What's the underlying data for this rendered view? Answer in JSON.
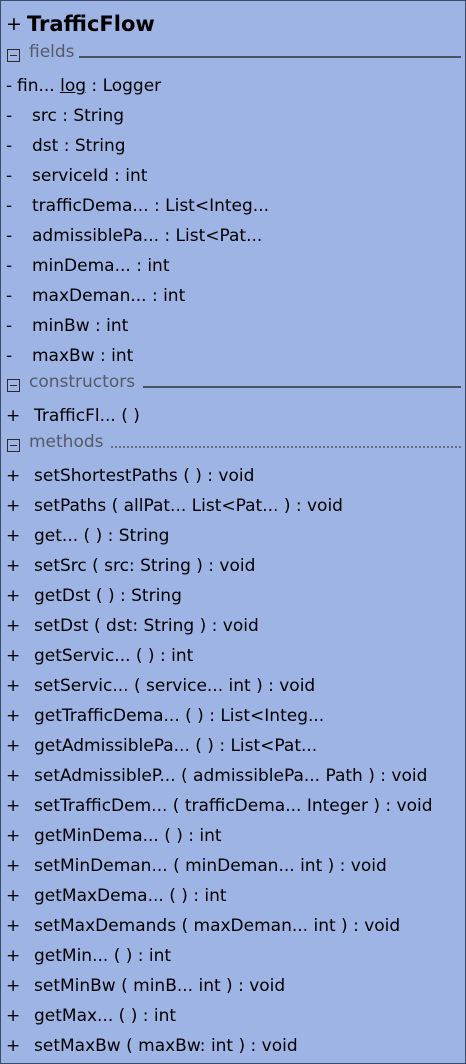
{
  "class_name": "TrafficFlow",
  "class_visibility": "+",
  "sections": {
    "fields": "fields",
    "constructors": "constructors",
    "methods": "methods"
  },
  "fields": [
    {
      "vis": "-",
      "text": "fin...   log : Logger"
    },
    {
      "vis": "-",
      "text": "src : String"
    },
    {
      "vis": "-",
      "text": "dst : String"
    },
    {
      "vis": "-",
      "text": "serviceId : int"
    },
    {
      "vis": "-",
      "text": "trafficDema...    : List<Integ..."
    },
    {
      "vis": "-",
      "text": "admissiblePa...   : List<Pat..."
    },
    {
      "vis": "-",
      "text": "minDema...    : int"
    },
    {
      "vis": "-",
      "text": "maxDeman... : int"
    },
    {
      "vis": "-",
      "text": "minBw : int"
    },
    {
      "vis": "-",
      "text": "maxBw : int"
    }
  ],
  "constructors": [
    {
      "vis": "+",
      "text": "TrafficFl...  ( )"
    }
  ],
  "methods": [
    {
      "vis": "+",
      "text": "setShortestPaths ( ) : void"
    },
    {
      "vis": "+",
      "text": "setPaths ( allPat...   List<Pat... ) : void"
    },
    {
      "vis": "+",
      "text": "get...   ( ) : String"
    },
    {
      "vis": "+",
      "text": "setSrc ( src: String ) : void"
    },
    {
      "vis": "+",
      "text": "getDst ( ) : String"
    },
    {
      "vis": "+",
      "text": "setDst ( dst: String ) : void"
    },
    {
      "vis": "+",
      "text": "getServic...   ( ) : int"
    },
    {
      "vis": "+",
      "text": "setServic...   ( service...  int ) : void"
    },
    {
      "vis": "+",
      "text": "getTrafficDema...    ( ) : List<Integ..."
    },
    {
      "vis": "+",
      "text": "getAdmissiblePa...  ( ) : List<Pat..."
    },
    {
      "vis": "+",
      "text": "setAdmissibleP...   ( admissiblePa... Path ) : void"
    },
    {
      "vis": "+",
      "text": "setTrafficDem...    ( trafficDema...   Integer ) : void"
    },
    {
      "vis": "+",
      "text": "getMinDema...    ( ) : int"
    },
    {
      "vis": "+",
      "text": "setMinDeman... ( minDeman...   int ) : void"
    },
    {
      "vis": "+",
      "text": "getMaxDema...    ( ) : int"
    },
    {
      "vis": "+",
      "text": "setMaxDemands ( maxDeman...   int ) : void"
    },
    {
      "vis": "+",
      "text": "getMin...   ( ) : int"
    },
    {
      "vis": "+",
      "text": "setMinBw ( minB... int ) : void"
    },
    {
      "vis": "+",
      "text": "getMax...   ( ) : int"
    },
    {
      "vis": "+",
      "text": "setMaxBw ( maxBw: int ) : void"
    }
  ]
}
